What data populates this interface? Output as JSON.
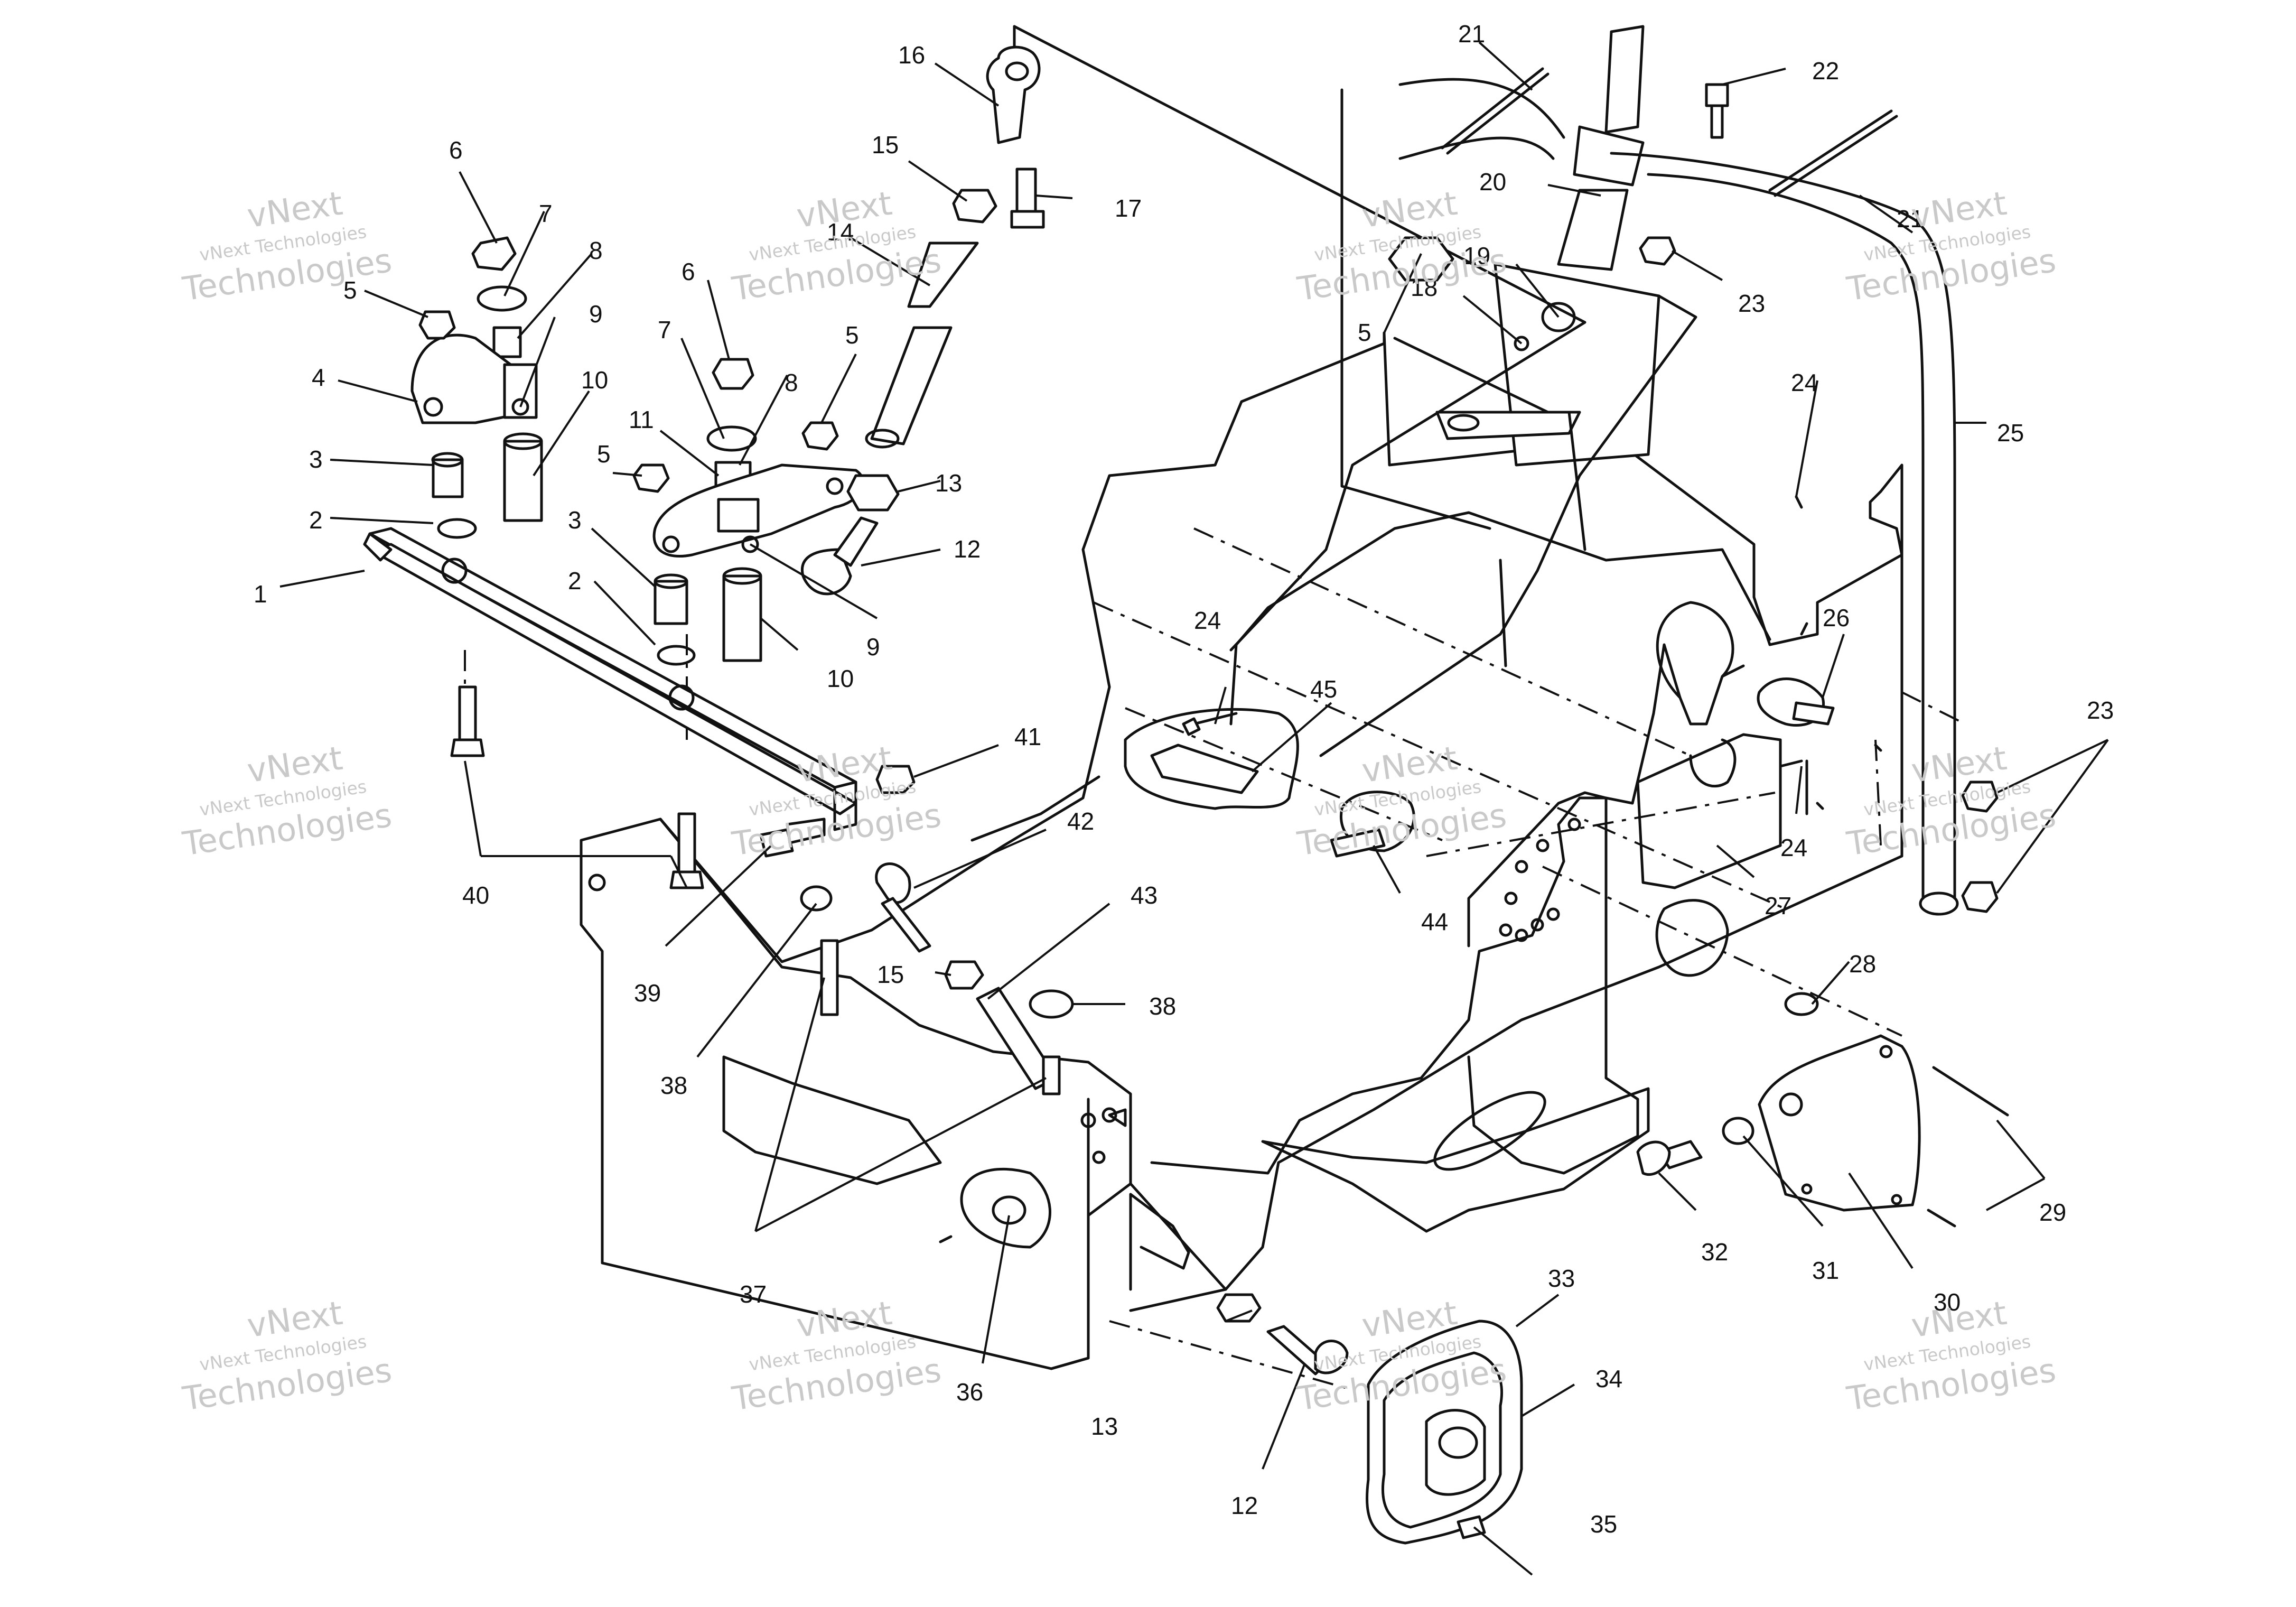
{
  "diagram": {
    "callouts": [
      {
        "id": "c1",
        "text": "1"
      },
      {
        "id": "c2a",
        "text": "2"
      },
      {
        "id": "c2b",
        "text": "2"
      },
      {
        "id": "c3a",
        "text": "3"
      },
      {
        "id": "c3b",
        "text": "3"
      },
      {
        "id": "c4",
        "text": "4"
      },
      {
        "id": "c5a",
        "text": "5"
      },
      {
        "id": "c5b",
        "text": "5"
      },
      {
        "id": "c5c",
        "text": "5"
      },
      {
        "id": "c5d",
        "text": "5"
      },
      {
        "id": "c6a",
        "text": "6"
      },
      {
        "id": "c6b",
        "text": "6"
      },
      {
        "id": "c7a",
        "text": "7"
      },
      {
        "id": "c7b",
        "text": "7"
      },
      {
        "id": "c8a",
        "text": "8"
      },
      {
        "id": "c8b",
        "text": "8"
      },
      {
        "id": "c9a",
        "text": "9"
      },
      {
        "id": "c9b",
        "text": "9"
      },
      {
        "id": "c10a",
        "text": "10"
      },
      {
        "id": "c10b",
        "text": "10"
      },
      {
        "id": "c11",
        "text": "11"
      },
      {
        "id": "c12a",
        "text": "12"
      },
      {
        "id": "c12b",
        "text": "12"
      },
      {
        "id": "c13a",
        "text": "13"
      },
      {
        "id": "c13b",
        "text": "13"
      },
      {
        "id": "c14",
        "text": "14"
      },
      {
        "id": "c15a",
        "text": "15"
      },
      {
        "id": "c15b",
        "text": "15"
      },
      {
        "id": "c16",
        "text": "16"
      },
      {
        "id": "c17",
        "text": "17"
      },
      {
        "id": "c18",
        "text": "18"
      },
      {
        "id": "c19",
        "text": "19"
      },
      {
        "id": "c20",
        "text": "20"
      },
      {
        "id": "c21a",
        "text": "21"
      },
      {
        "id": "c21b",
        "text": "21"
      },
      {
        "id": "c22",
        "text": "22"
      },
      {
        "id": "c23a",
        "text": "23"
      },
      {
        "id": "c23b",
        "text": "23"
      },
      {
        "id": "c24a",
        "text": "24"
      },
      {
        "id": "c24b",
        "text": "24"
      },
      {
        "id": "c24c",
        "text": "24"
      },
      {
        "id": "c25",
        "text": "25"
      },
      {
        "id": "c26",
        "text": "26"
      },
      {
        "id": "c27",
        "text": "27"
      },
      {
        "id": "c28",
        "text": "28"
      },
      {
        "id": "c29",
        "text": "29"
      },
      {
        "id": "c30",
        "text": "30"
      },
      {
        "id": "c31",
        "text": "31"
      },
      {
        "id": "c32",
        "text": "32"
      },
      {
        "id": "c33",
        "text": "33"
      },
      {
        "id": "c34",
        "text": "34"
      },
      {
        "id": "c35",
        "text": "35"
      },
      {
        "id": "c36",
        "text": "36"
      },
      {
        "id": "c37",
        "text": "37"
      },
      {
        "id": "c38a",
        "text": "38"
      },
      {
        "id": "c38b",
        "text": "38"
      },
      {
        "id": "c39",
        "text": "39"
      },
      {
        "id": "c40",
        "text": "40"
      },
      {
        "id": "c41",
        "text": "41"
      },
      {
        "id": "c42",
        "text": "42"
      },
      {
        "id": "c43",
        "text": "43"
      },
      {
        "id": "c44",
        "text": "44"
      },
      {
        "id": "c45",
        "text": "45"
      }
    ],
    "watermark": {
      "line1": "vNext",
      "line2": "vNext Technologies",
      "line3": "Technologies"
    },
    "colors": {
      "ink": "#111111",
      "watermark": "#c9c9c9",
      "background": "#ffffff"
    }
  }
}
